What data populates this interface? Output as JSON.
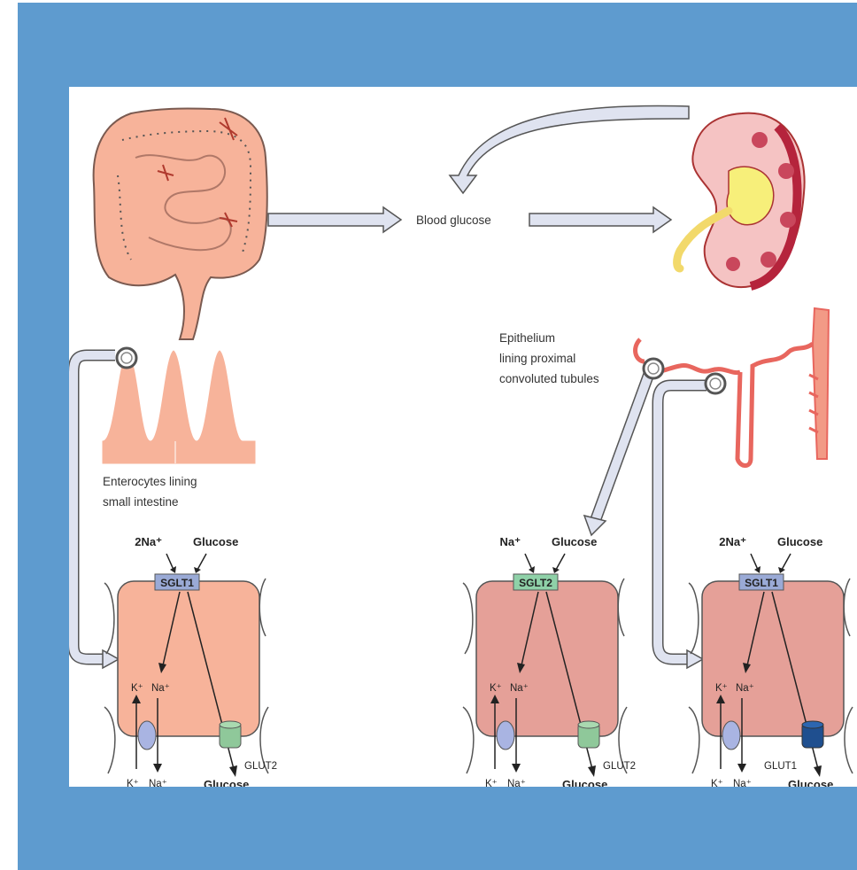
{
  "center": {
    "blood_glucose": "Blood glucose"
  },
  "intestine": {
    "label_line1": "Enterocytes lining",
    "label_line2": "small intestine"
  },
  "kidney": {
    "label_line1": "Epithelium",
    "label_line2": "lining proximal",
    "label_line3": "convoluted tubules"
  },
  "cells": [
    {
      "top_left": "2Na⁺",
      "top_right": "Glucose",
      "transporter": "SGLT1",
      "mid_k": "K⁺",
      "mid_na": "Na⁺",
      "glut": "GLUT2",
      "bot_k": "K⁺",
      "bot_na": "Na⁺",
      "bot_glucose": "Glucose"
    },
    {
      "top_left": "Na⁺",
      "top_right": "Glucose",
      "transporter": "SGLT2",
      "mid_k": "K⁺",
      "mid_na": "Na⁺",
      "glut": "GLUT2",
      "bot_k": "K⁺",
      "bot_na": "Na⁺",
      "bot_glucose": "Glucose"
    },
    {
      "top_left": "2Na⁺",
      "top_right": "Glucose",
      "transporter": "SGLT1",
      "mid_k": "K⁺",
      "mid_na": "Na⁺",
      "glut": "GLUT1",
      "bot_k": "K⁺",
      "bot_na": "Na⁺",
      "bot_glucose": "Glucose"
    }
  ],
  "colors": {
    "frame_blue": "#5e9bcf",
    "enterocyte_fill": "#f7b39a",
    "tubule_cell_fill": "#e5a098",
    "sglt1": "#9aaad6",
    "sglt2": "#8fd1a8",
    "glut2": "#8fc89a",
    "glut1": "#1f4f8f",
    "arrow_fill": "#dfe3f0"
  }
}
